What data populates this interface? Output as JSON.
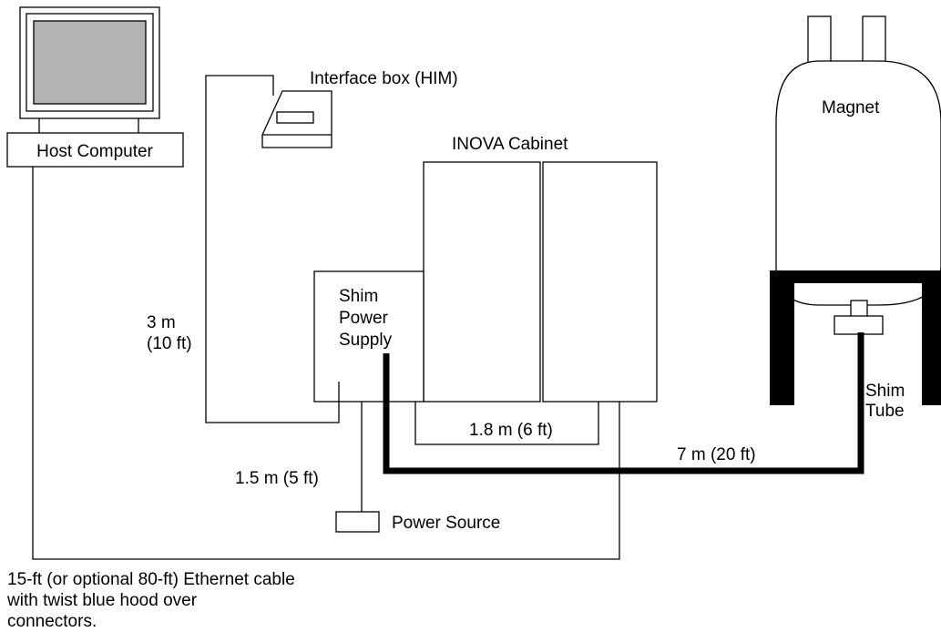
{
  "labels": {
    "host_computer": "Host Computer",
    "interface_box": "Interface box (HIM)",
    "inova_cabinet": "INOVA Cabinet",
    "magnet": "Magnet",
    "shim_power_supply": [
      "Shim",
      "Power",
      "Supply"
    ],
    "shim_tube": [
      "Shim",
      "Tube"
    ],
    "him_cable_length": [
      "3 m",
      "(10 ft)"
    ],
    "cabinet_cable_length": "1.8 m (6 ft)",
    "shim_tube_cable_length": "7 m (20 ft)",
    "power_cable_length": "1.5 m (5 ft)",
    "power_source": "Power Source",
    "ethernet_note": [
      "15-ft (or optional 80-ft) Ethernet cable",
      "with twist blue hood over",
      "connectors."
    ]
  },
  "colors": {
    "line": "#000000",
    "monitor_screen": "#b3b3b3",
    "background": "#ffffff"
  }
}
